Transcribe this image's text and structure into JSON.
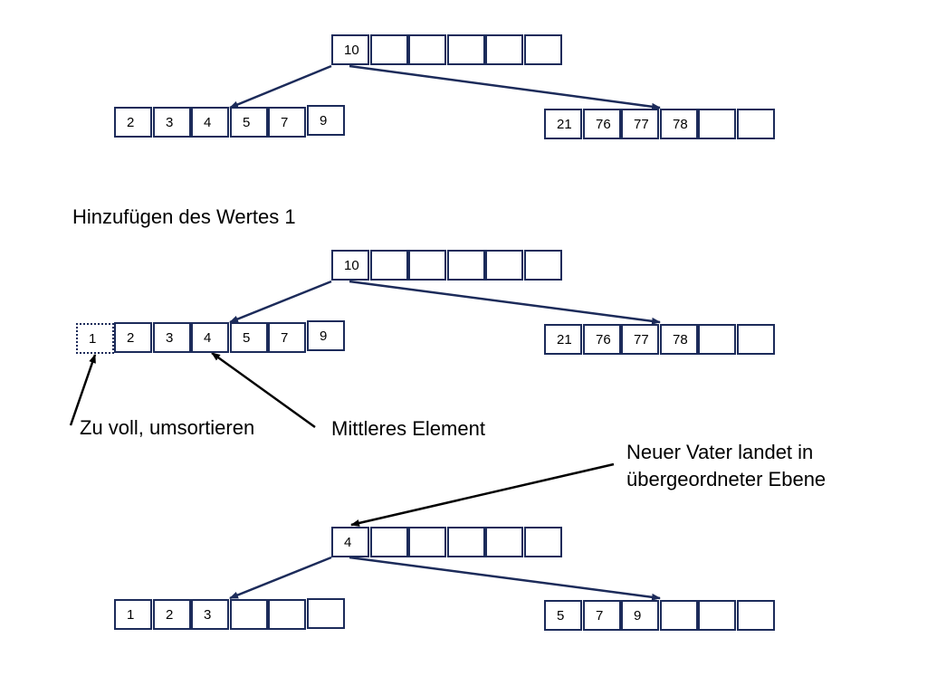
{
  "colors": {
    "node_border": "#1c2b5a",
    "arrow": "#1c2b5a",
    "annotation_arrow": "#000000"
  },
  "stage1": {
    "root": [
      "10",
      "",
      "",
      "",
      "",
      ""
    ],
    "left": [
      "2",
      "3",
      "4",
      "5",
      "7",
      "9"
    ],
    "right": [
      "21",
      "76",
      "77",
      "78",
      "",
      ""
    ]
  },
  "heading": "Hinzufügen des Wertes 1",
  "stage2": {
    "root": [
      "10",
      "",
      "",
      "",
      "",
      ""
    ],
    "overflow": "1",
    "left": [
      "2",
      "3",
      "4",
      "5",
      "7",
      "9"
    ],
    "right": [
      "21",
      "76",
      "77",
      "78",
      "",
      ""
    ]
  },
  "annotations": {
    "too_full": "Zu voll, umsortieren",
    "middle": "Mittleres Element",
    "new_parent_line1": "Neuer Vater landet in",
    "new_parent_line2": "übergeordneter Ebene"
  },
  "stage3": {
    "root": [
      "4",
      "",
      "",
      "",
      "",
      ""
    ],
    "left": [
      "1",
      "2",
      "3",
      "",
      "",
      ""
    ],
    "right": [
      "5",
      "7",
      "9",
      "",
      "",
      ""
    ]
  }
}
